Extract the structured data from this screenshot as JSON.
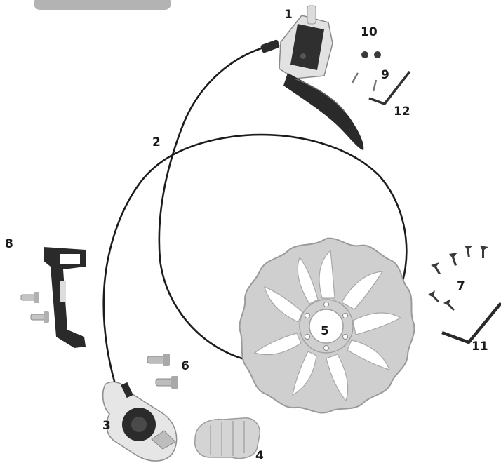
{
  "labels": {
    "n1": "1",
    "n2": "2",
    "n3": "3",
    "n4": "4",
    "n5": "5",
    "n6": "6",
    "n7": "7",
    "n8": "8",
    "n9": "9",
    "n10": "10",
    "n11": "11",
    "n12": "12"
  },
  "colors": {
    "hose": "#1c1c1c",
    "rotor": "#c9c9c9",
    "rotor_edge": "#9a9a9a",
    "lever_body": "#d8d8d8",
    "dark_part": "#2a2a2a",
    "top_bar": "#b3b3b3"
  }
}
